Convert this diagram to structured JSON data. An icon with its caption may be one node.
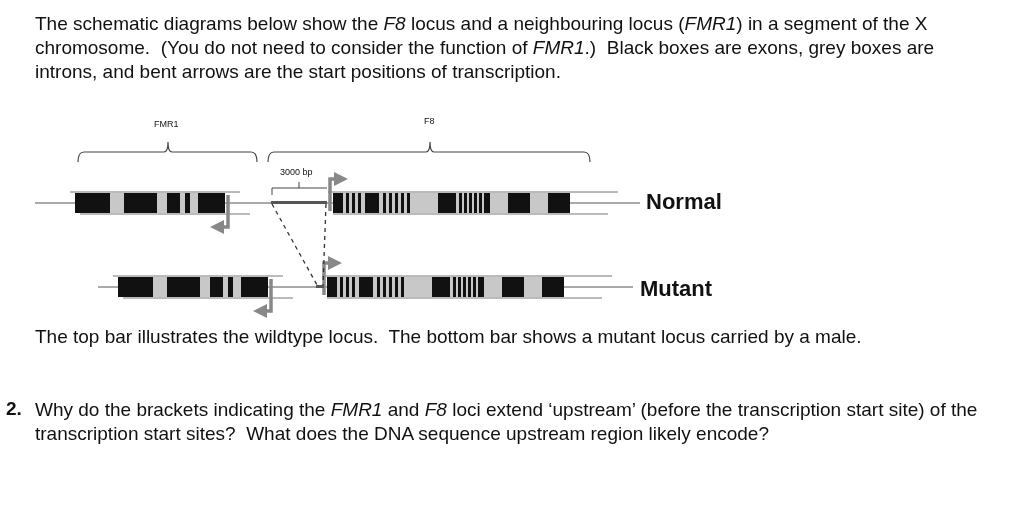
{
  "diagram": {
    "nodes": [
      {
        "text": [],
        "shape": "box"
      },
      {
        "text": [],
        "shape": "box"
      }
    ],
    "edges": [
      {
        "from": 0,
        "to": 1,
        "arrow": "none",
        "style": "dashed"
      },
      {
        "from": 0,
        "to": 1,
        "arrow": "none",
        "style": "dashed"
      }
    ],
    "labels": [
      "The schematic diagrams below show the *F8* locus and a neighbouring locus (*FMR1*) in a segment of the X chromosome.  (You do not need to consider the function of *FMR1*.)  Black boxes are exons, grey boxes are introns, and bent arrows are the start positions of transcription.",
      "FMR1",
      "F8",
      "3000 bp",
      "Normal",
      "Mutant",
      "The top bar illustrates the wildtype locus.  The bottom bar shows a mutant locus carried by a male.",
      "2.",
      "Why do the brackets indicating the *FMR1* and *F8* loci extend ‘upstream’ (before the transcription start site) of the transcription start sites?  What does the DNA sequence upstream region likely encode?"
    ]
  }
}
